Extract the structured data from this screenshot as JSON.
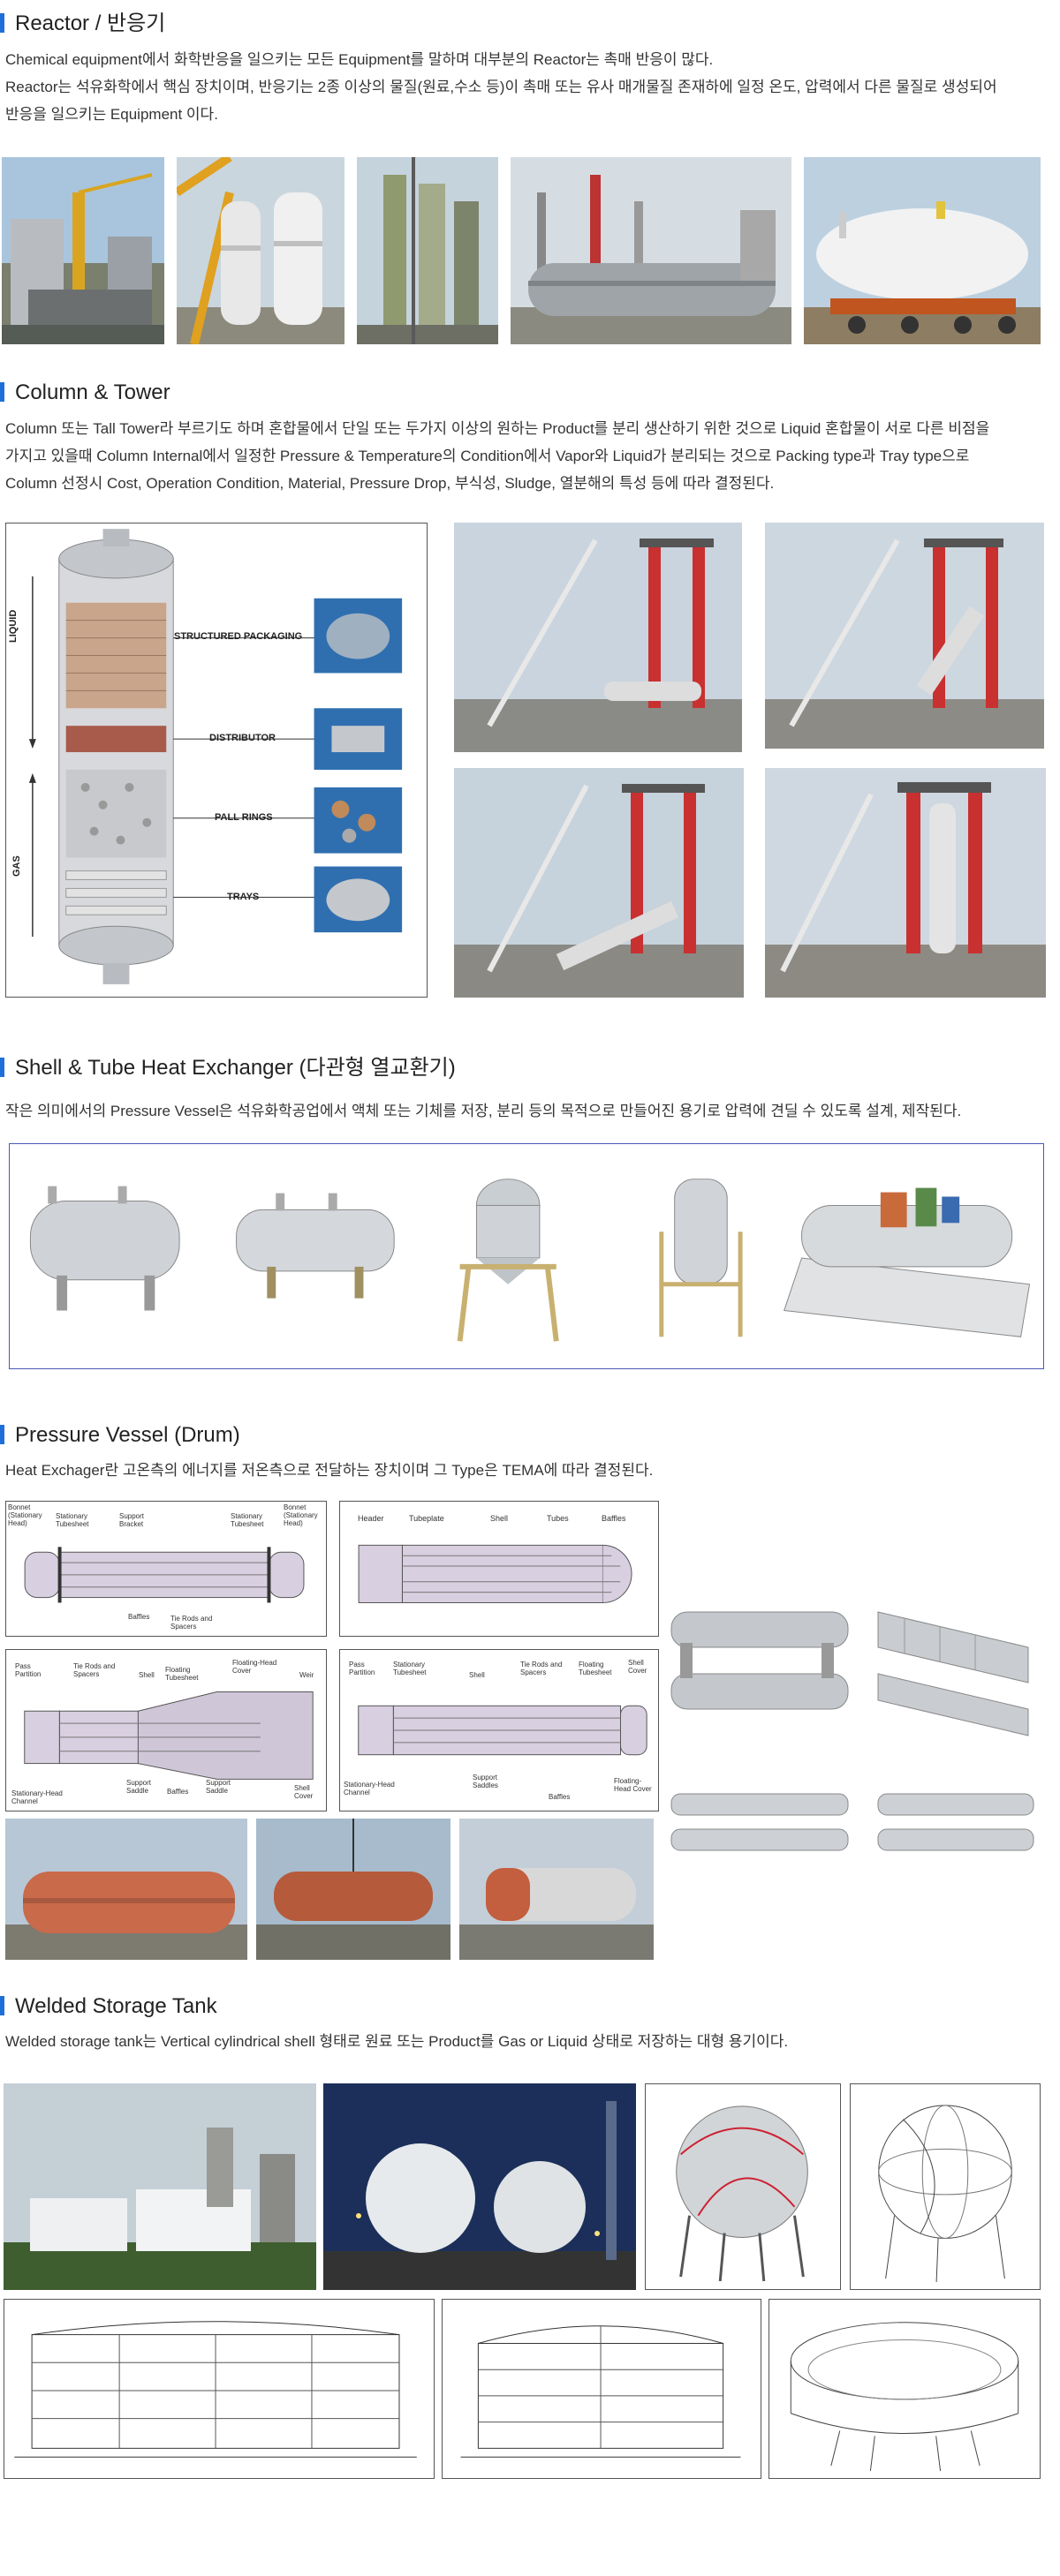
{
  "sections": {
    "reactor": {
      "title": "Reactor / 반응기",
      "lines": [
        "Chemical equipment에서 화학반응을 일으키는 모든 Equipment를 말하며 대부분의 Reactor는 촉매 반응이 많다.",
        "Reactor는 석유화학에서 핵심 장치이며, 반응기는 2종 이상의 물질(원료,수소 등)이 촉매 또는 유사 매개물질 존재하에 일정 온도, 압력에서 다른 물질로 생성되어",
        "반응을 일으키는 Equipment 이다."
      ]
    },
    "column": {
      "title": "Column & Tower",
      "lines": [
        "Column 또는 Tall Tower라 부르기도 하며 혼합물에서 단일 또는 두가지 이상의 원하는 Product를 분리 생산하기 위한 것으로 Liquid 혼합물이 서로 다른 비점을",
        "가지고 있을때 Column Internal에서 일정한 Pressure & Temperature의 Condition에서 Vapor와 Liquid가 분리되는 것으로 Packing type과 Tray type으로",
        "Column 선정시 Cost, Operation Condition, Material, Pressure Drop, 부식성, Sludge, 열분해의 특성 등에 따라 결정된다."
      ],
      "diagram": {
        "labels": [
          "STRUCTURED PACKAGING",
          "DISTRIBUTOR",
          "PALL RINGS",
          "TRAYS"
        ],
        "side_labels": [
          "LIQUID",
          "GAS"
        ]
      }
    },
    "heat_exchanger": {
      "title": "Shell & Tube Heat Exchanger (다관형 열교환기)",
      "lines": [
        "작은 의미에서의 Pressure Vessel은 석유화학공업에서 액체 또는 기체를 저장, 분리 등의 목적으로 만들어진 용기로 압력에 견딜 수 있도록 설계, 제작된다."
      ]
    },
    "pressure_vessel": {
      "title": "Pressure Vessel (Drum)",
      "lines": [
        "Heat Exchager란 고온측의 에너지를 저온측으로 전달하는 장치이며 그 Type은 TEMA에 따라 결정된다."
      ],
      "diagrams": [
        {
          "labels": [
            "Bonnet (Stationary Head)",
            "Stationary Tubesheet",
            "Support Bracket",
            "Stationary Tubesheet",
            "Bonnet (Stationary Head)",
            "Baffles",
            "Tie Rods and Spacers"
          ]
        },
        {
          "labels": [
            "Header",
            "Tubeplate",
            "Shell",
            "Tubes",
            "Baffles"
          ]
        },
        {
          "labels": [
            "Pass Partition",
            "Tie Rods and Spacers",
            "Shell",
            "Floating Tubesheet",
            "Floating-Head Cover",
            "Weir",
            "Stationary-Head Channel",
            "Support Saddle",
            "Baffles",
            "Support Saddle",
            "Shell Cover"
          ]
        },
        {
          "labels": [
            "Pass Partition",
            "Stationary Tubesheet",
            "Shell",
            "Tie Rods and Spacers",
            "Floating Tubesheet",
            "Shell Cover",
            "Stationary-Head Channel",
            "Support Saddles",
            "Baffles",
            "Floating-Head Cover"
          ]
        }
      ]
    },
    "storage_tank": {
      "title": "Welded Storage Tank",
      "lines": [
        "Welded storage tank는 Vertical cylindrical shell 형태로 원료 또는 Product를 Gas or Liquid 상태로 저장하는 대형 용기이다."
      ]
    }
  },
  "colors": {
    "accent_bar": "#1e6fd9",
    "text": "#333333",
    "frame_blue": "#4b57b8",
    "frame_dark": "#555555"
  }
}
